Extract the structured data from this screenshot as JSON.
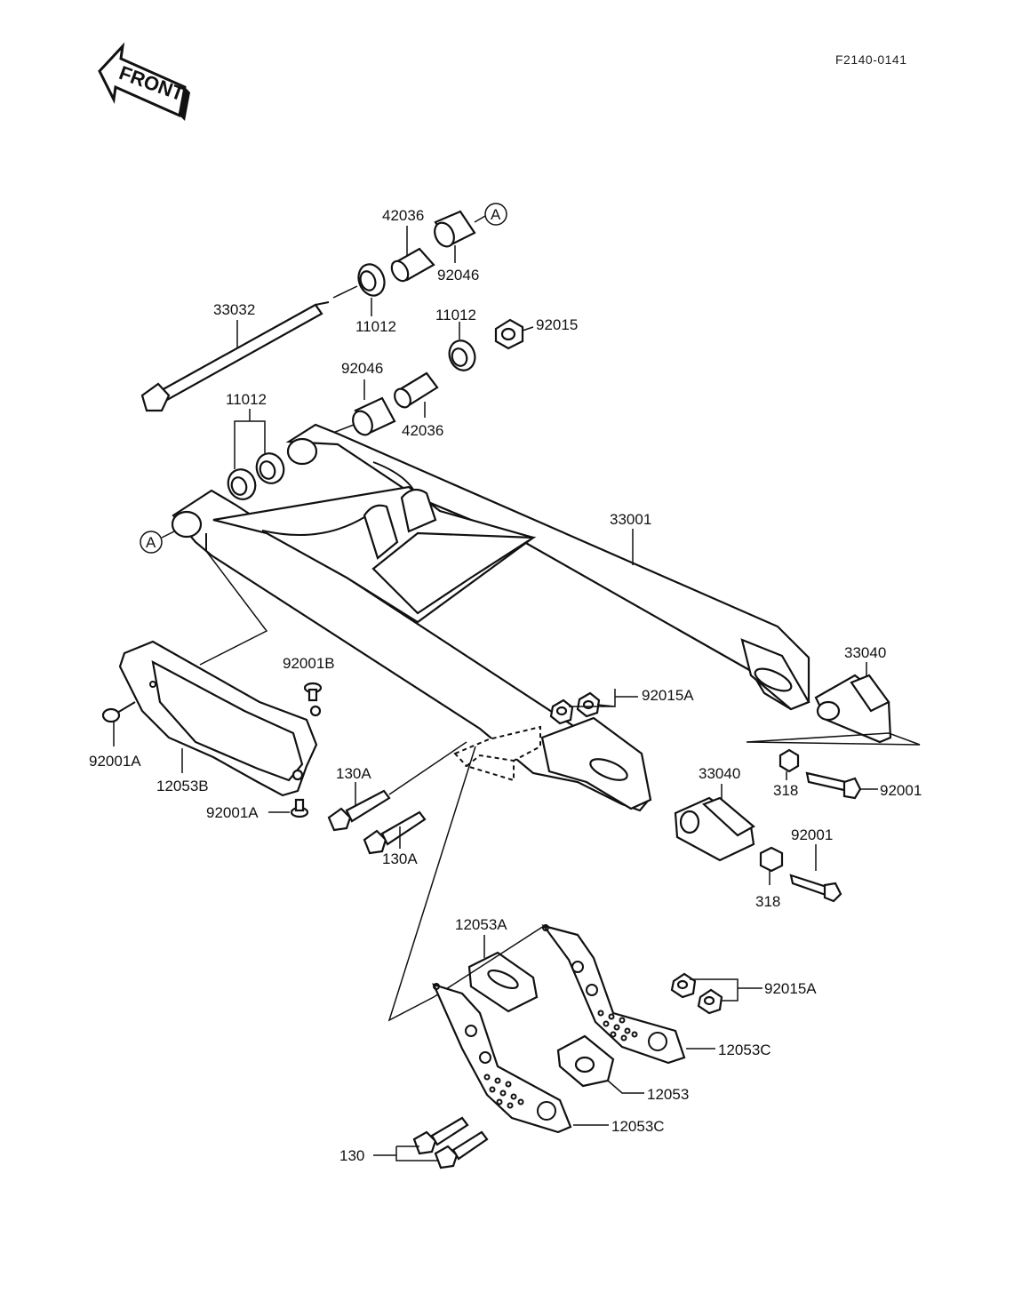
{
  "drawing_code": "F2140-0141",
  "front_arrow_label": "FRONT",
  "callouts": {
    "c42036_top": "42036",
    "cA_top": "A",
    "c92046_top": "92046",
    "c33032": "33032",
    "c11012_top": "11012",
    "c11012_mid": "11012",
    "c92015": "92015",
    "c92046_mid": "92046",
    "c42036_mid": "42036",
    "c11012_left": "11012",
    "c33001": "33001",
    "cA_left": "A",
    "c92001B": "92001B",
    "c92001A_left": "92001A",
    "c12053B": "12053B",
    "c92001A_bottom": "92001A",
    "c130A_top": "130A",
    "c130A_bottom": "130A",
    "c92015A_mid": "92015A",
    "c33040_right": "33040",
    "c318_top": "318",
    "c92001_right": "92001",
    "c33040_mid": "33040",
    "c92001_lower": "92001",
    "c318_bottom": "318",
    "c12053A": "12053A",
    "c92015A_low": "92015A",
    "c12053C_right": "12053C",
    "c12053": "12053",
    "c12053C_left": "12053C",
    "c130": "130"
  }
}
